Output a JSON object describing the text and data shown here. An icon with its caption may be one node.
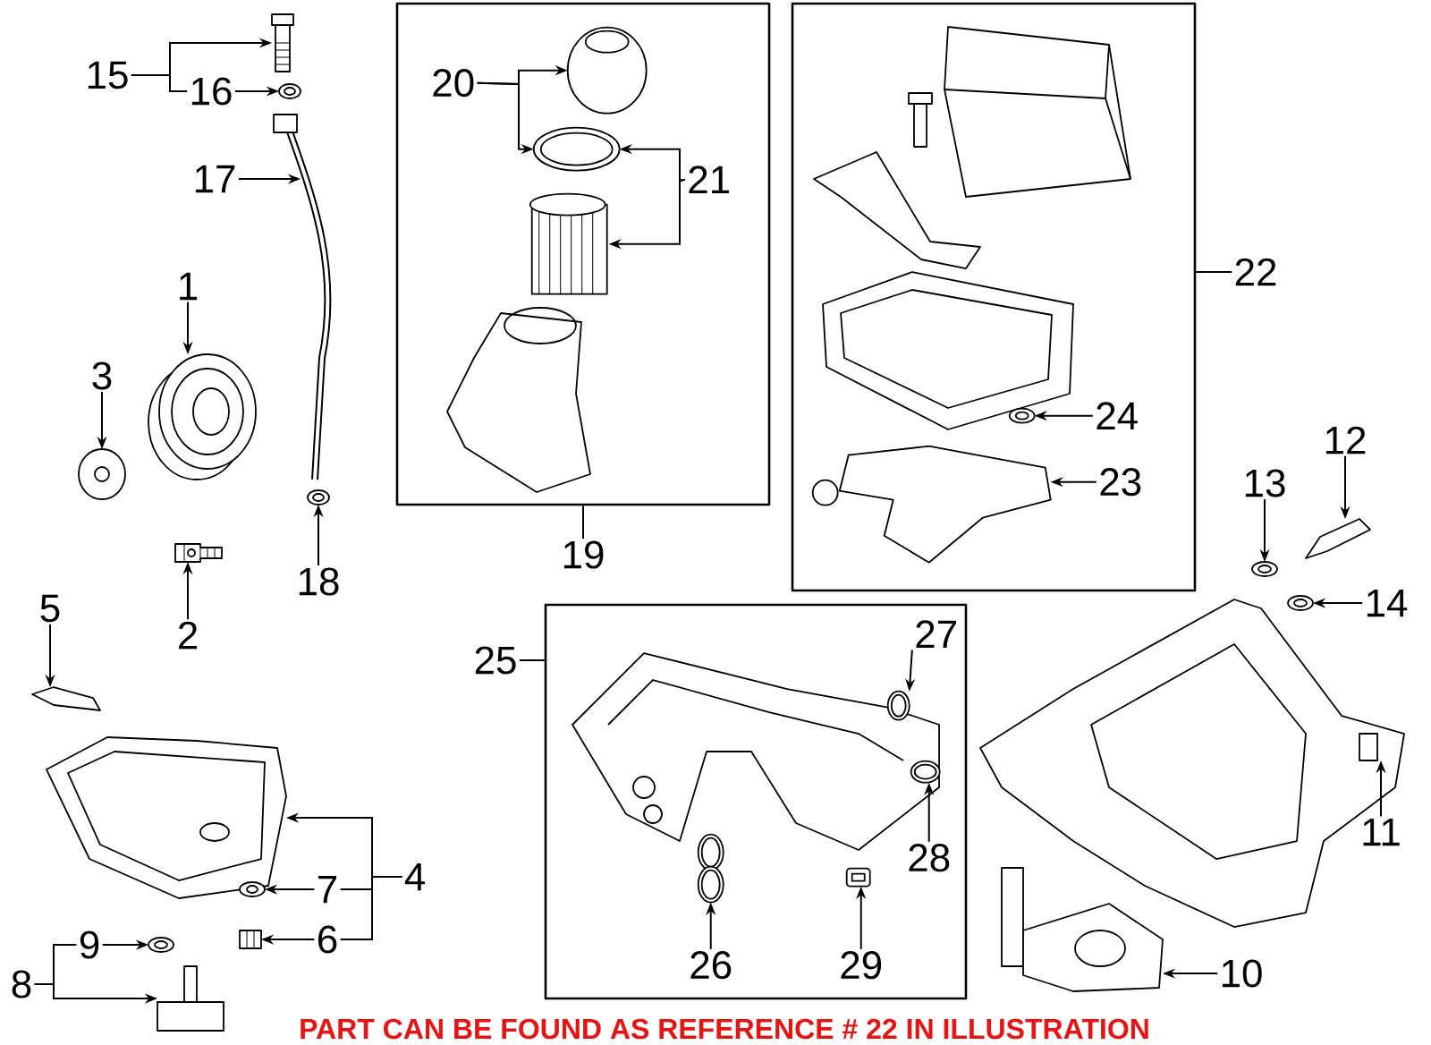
{
  "diagram": {
    "nodes": [
      {
        "text": [],
        "shape": "box"
      },
      {
        "text": [
          "20"
        ],
        "in": 0
      },
      {
        "text": [
          "21"
        ],
        "in": 0
      },
      {
        "text": [],
        "shape": "box"
      },
      {
        "text": [
          "24"
        ],
        "in": 3
      },
      {
        "text": [
          "23"
        ],
        "in": 3
      },
      {
        "text": [],
        "shape": "box"
      },
      {
        "text": [
          "27"
        ],
        "in": 6
      },
      {
        "text": [
          "26"
        ],
        "in": 6
      },
      {
        "text": [
          "29"
        ],
        "in": 6
      },
      {
        "text": [
          "28"
        ],
        "in": 6
      },
      {
        "text": [
          "15"
        ]
      },
      {
        "text": [
          "16"
        ]
      },
      {
        "text": [
          "17"
        ]
      },
      {
        "text": [
          "1"
        ]
      },
      {
        "text": [
          "3"
        ]
      },
      {
        "text": [
          "2"
        ]
      },
      {
        "text": [
          "18"
        ]
      },
      {
        "text": [
          "5"
        ]
      },
      {
        "text": [
          "4"
        ]
      },
      {
        "text": [
          "7"
        ]
      },
      {
        "text": [
          "6"
        ]
      },
      {
        "text": [
          "9"
        ]
      },
      {
        "text": [
          "8"
        ]
      },
      {
        "text": [
          "19"
        ]
      },
      {
        "text": [
          "22"
        ]
      },
      {
        "text": [
          "12"
        ]
      },
      {
        "text": [
          "13"
        ]
      },
      {
        "text": [
          "14"
        ]
      },
      {
        "text": [
          "25"
        ]
      },
      {
        "text": [
          "11"
        ]
      },
      {
        "text": [
          "10"
        ]
      },
      {
        "text": [],
        "shape": "picture"
      },
      {
        "text": [],
        "shape": "picture"
      },
      {
        "text": [],
        "shape": "picture"
      },
      {
        "text": [],
        "shape": "picture"
      },
      {
        "text": [],
        "shape": "picture"
      },
      {
        "text": [],
        "shape": "picture"
      },
      {
        "text": [],
        "shape": "picture"
      },
      {
        "text": [],
        "shape": "picture"
      },
      {
        "text": [],
        "shape": "picture"
      },
      {
        "text": [],
        "shape": "picture"
      },
      {
        "text": [],
        "shape": "picture"
      },
      {
        "text": [],
        "shape": "picture"
      },
      {
        "text": [],
        "shape": "picture"
      },
      {
        "text": [],
        "shape": "picture",
        "in": 0
      },
      {
        "text": [],
        "shape": "picture",
        "in": 0
      },
      {
        "text": [],
        "shape": "picture",
        "in": 0
      },
      {
        "text": [],
        "shape": "picture",
        "in": 3
      },
      {
        "text": [],
        "shape": "picture",
        "in": 3
      },
      {
        "text": [],
        "shape": "picture",
        "in": 6
      },
      {
        "text": [],
        "shape": "picture",
        "in": 6
      },
      {
        "text": [],
        "shape": "picture",
        "in": 6
      },
      {
        "text": [],
        "shape": "picture",
        "in": 6
      },
      {
        "text": [],
        "shape": "picture"
      },
      {
        "text": [],
        "shape": "picture"
      },
      {
        "text": [],
        "shape": "picture"
      },
      {
        "text": [],
        "shape": "picture"
      },
      {
        "text": [],
        "shape": "picture"
      }
    ],
    "edges": [
      {
        "from": 11,
        "to": 32,
        "arrow": "to"
      },
      {
        "from": 11,
        "to": 12,
        "arrow": "none"
      },
      {
        "from": 12,
        "to": 33,
        "arrow": "to"
      },
      {
        "from": 13,
        "to": 34,
        "arrow": "to"
      },
      {
        "from": 14,
        "to": 36,
        "arrow": "to"
      },
      {
        "from": 15,
        "to": 37,
        "arrow": "to"
      },
      {
        "from": 16,
        "to": 38,
        "arrow": "to"
      },
      {
        "from": 17,
        "to": 35,
        "arrow": "to"
      },
      {
        "from": 18,
        "to": 39,
        "arrow": "to"
      },
      {
        "from": 19,
        "to": 40,
        "arrow": "to"
      },
      {
        "from": 19,
        "to": 20,
        "arrow": "none"
      },
      {
        "from": 19,
        "to": 21,
        "arrow": "none"
      },
      {
        "from": 20,
        "to": 41,
        "arrow": "to"
      },
      {
        "from": 21,
        "to": 42,
        "arrow": "to"
      },
      {
        "from": 22,
        "to": 43,
        "arrow": "to"
      },
      {
        "from": 23,
        "to": 44,
        "arrow": "to"
      },
      {
        "from": 23,
        "to": 22,
        "arrow": "none"
      },
      {
        "from": 1,
        "to": 45,
        "arrow": "to"
      },
      {
        "from": 1,
        "to": 46,
        "arrow": "to"
      },
      {
        "from": 2,
        "to": 46,
        "arrow": "to"
      },
      {
        "from": 2,
        "to": 47,
        "arrow": "to"
      },
      {
        "from": 24,
        "to": 0,
        "arrow": "none"
      },
      {
        "from": 25,
        "to": 3,
        "arrow": "none"
      },
      {
        "from": 4,
        "to": 48,
        "arrow": "to"
      },
      {
        "from": 5,
        "to": 49,
        "arrow": "to"
      },
      {
        "from": 26,
        "to": 54,
        "arrow": "to"
      },
      {
        "from": 27,
        "to": 55,
        "arrow": "to"
      },
      {
        "from": 28,
        "to": 56,
        "arrow": "to"
      },
      {
        "from": 29,
        "to": 6,
        "arrow": "none"
      },
      {
        "from": 7,
        "to": 50,
        "arrow": "to"
      },
      {
        "from": 8,
        "to": 51,
        "arrow": "to"
      },
      {
        "from": 9,
        "to": 52,
        "arrow": "to"
      },
      {
        "from": 10,
        "to": 53,
        "arrow": "to"
      },
      {
        "from": 30,
        "to": 57,
        "arrow": "to"
      },
      {
        "from": 31,
        "to": 58,
        "arrow": "to"
      }
    ],
    "labels": [
      "PART CAN BE FOUND AS REFERENCE # 22 IN ILLUSTRATION"
    ]
  }
}
